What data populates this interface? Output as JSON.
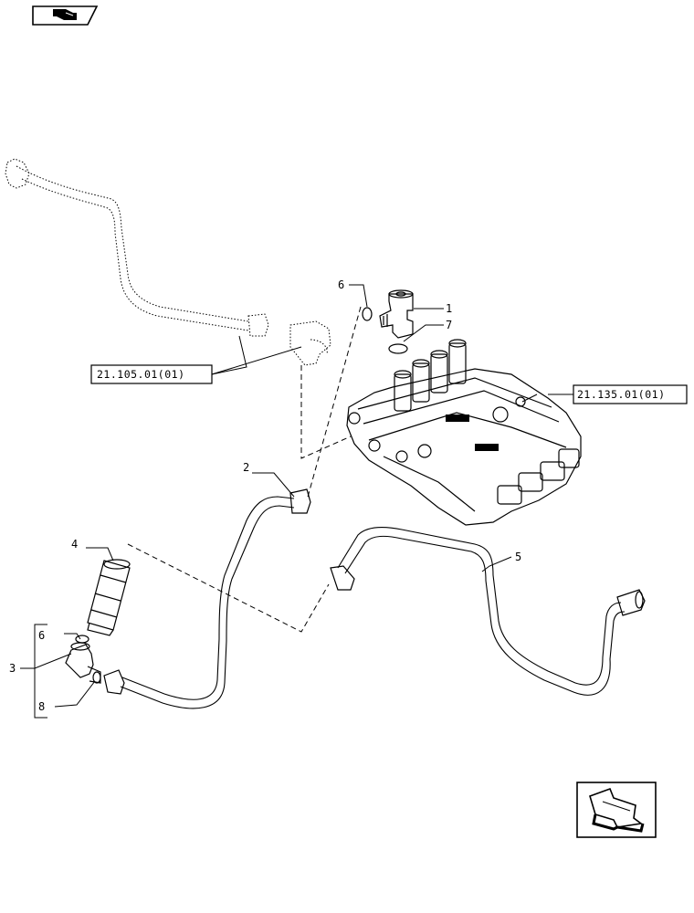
{
  "callouts": {
    "c1": "1",
    "c2": "2",
    "c3": "3",
    "c4": "4",
    "c5": "5",
    "c6a": "6",
    "c6b": "6",
    "c7": "7",
    "c8": "8"
  },
  "references": {
    "ref_left": "21.105.01(01)",
    "ref_right": "21.135.01(01)"
  },
  "icons": {
    "top_left": "book-hand-icon",
    "bottom_right": "next-page-arrow-icon"
  }
}
